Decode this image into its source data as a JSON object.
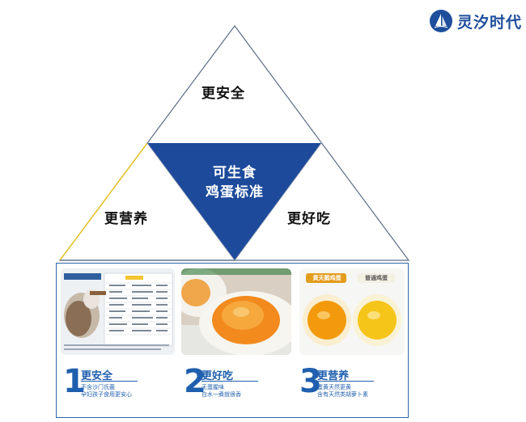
{
  "brand": {
    "name": "灵汐时代"
  },
  "pyramid": {
    "top": "更安全",
    "left": "更营养",
    "right": "更好吃",
    "center_line1": "可生食",
    "center_line2": "鸡蛋标准"
  },
  "colors": {
    "brand_blue": "#1f4e9c",
    "center_fill": "#1d4a9b",
    "left_edge": "#e8c21a",
    "panel_border": "#2d66a8"
  },
  "items": [
    {
      "num": "1",
      "title": "更安全",
      "line1": "不含沙门氏菌",
      "line2": "孕妇孩子食用更安心"
    },
    {
      "num": "2",
      "title": "更好吃",
      "line1": "无蛋腥味",
      "line2": "白水一煮就很香"
    },
    {
      "num": "3",
      "title": "更营养",
      "line1": "蛋黄天然更黄",
      "line2": "含有天然类胡萝卜素"
    }
  ],
  "photo3": {
    "label_left": "黄天鹅鸡蛋",
    "label_right": "普通鸡蛋"
  }
}
